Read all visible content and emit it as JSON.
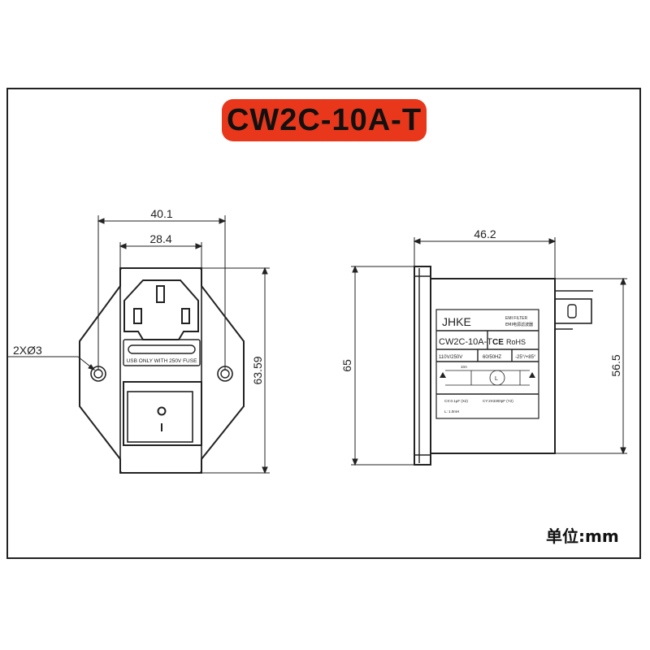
{
  "title": "CW2C-10A-T",
  "unit_label": "单位:mm",
  "front_view": {
    "dim_overall_width": "40.1",
    "dim_body_width": "28.4",
    "dim_height": "63.59",
    "dim_holes": "2XØ3",
    "fuse_label": "USB ONLY WITH 250V FUSE"
  },
  "side_view": {
    "dim_depth": "46.2",
    "dim_flange_height": "65",
    "dim_body_height": "56.5",
    "label": {
      "brand": "JHKE",
      "subtitle_line1": "EMI FILTER",
      "subtitle_line2": "EMI电源滤波器",
      "model": "CW2C-10A-T",
      "ce_mark": "CE",
      "rohs": "RoHS",
      "voltage": "110V/250V",
      "frequency": "60/50HZ",
      "temperature": "-25°/+85°",
      "current": "10A",
      "inductor": "L",
      "cx_spec": "CX:0.1μF (X2)",
      "cy_spec": "CY:2X3300pF (Y2)",
      "l_spec": "L: 1.0mH"
    }
  }
}
